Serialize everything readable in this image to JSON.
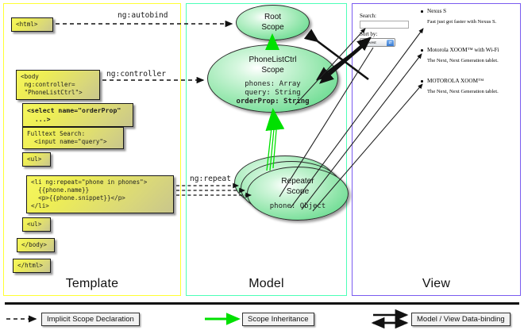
{
  "panels": [
    {
      "id": "template",
      "title": "Template",
      "border_color": "#ffff33"
    },
    {
      "id": "model",
      "title": "Model",
      "border_color": "#4dffb8"
    },
    {
      "id": "view",
      "title": "View",
      "border_color": "#7a5cf0"
    }
  ],
  "template": {
    "boxes": [
      {
        "name": "html-open-box",
        "text": "<html>"
      },
      {
        "name": "body-open-box",
        "text": "<body\n ng:controller=\n \"PhoneListCtrl\">"
      },
      {
        "name": "select-box",
        "text": "<select name=\"orderProp\"\n  ...>"
      },
      {
        "name": "fulltext-search-box",
        "text": "Fulltext Search:\n  <input name=\"query\">"
      },
      {
        "name": "ul-open-box",
        "text": "<ul>"
      },
      {
        "name": "li-repeat-box",
        "text": "<li ng:repeat=\"phone in phones\">\n  {{phone.name}}\n  <p>{{phone.snippet}}</p>\n</li>"
      },
      {
        "name": "ul-close-box",
        "text": "<ul>"
      },
      {
        "name": "body-close-box",
        "text": "</body>"
      },
      {
        "name": "html-close-box",
        "text": "</html>"
      }
    ]
  },
  "connector_labels": {
    "autobind": "ng:autobind",
    "controller": "ng:controller",
    "repeat": "ng:repeat"
  },
  "model": {
    "root_scope": {
      "title_line1": "Root",
      "title_line2": "Scope"
    },
    "phonelistctrl_scope": {
      "title_line1": "PhoneListCtrl",
      "title_line2": "Scope",
      "props": [
        {
          "text": "phones: Array",
          "bold": false
        },
        {
          "text": "query: String",
          "bold": false
        },
        {
          "text": "orderProp: String",
          "bold": true
        }
      ]
    },
    "repeater_scope": {
      "title_line1": "Repeater",
      "title_line2": "Scope",
      "props": [
        {
          "text": "phone: Object",
          "bold": false
        }
      ]
    },
    "ellipse_fill": "#9ee9b4"
  },
  "view": {
    "search_label": "Search:",
    "search_value": "",
    "sort_label": "Sort by:",
    "sort_selected": "Newest",
    "sort_options": [
      "Newest"
    ],
    "phones": [
      {
        "name": "Nexus S",
        "snippet": "Fast just got faster with Nexus S."
      },
      {
        "name": "Motorola XOOM™  with Wi-Fi",
        "snippet": "The Next, Next Generation tablet."
      },
      {
        "name": "MOTOROLA XOOM™",
        "snippet": "The Next, Next Generation tablet."
      }
    ]
  },
  "legend": [
    {
      "name": "implicit-scope-declaration",
      "label": "Implicit Scope Declaration",
      "style": "dashed-arrow",
      "color": "#111111"
    },
    {
      "name": "scope-inheritance",
      "label": "Scope Inheritance",
      "style": "green-arrow",
      "color": "#00e000"
    },
    {
      "name": "model-view-data-binding",
      "label": "Model / View Data-binding",
      "style": "double-arrow",
      "color": "#111111"
    }
  ]
}
